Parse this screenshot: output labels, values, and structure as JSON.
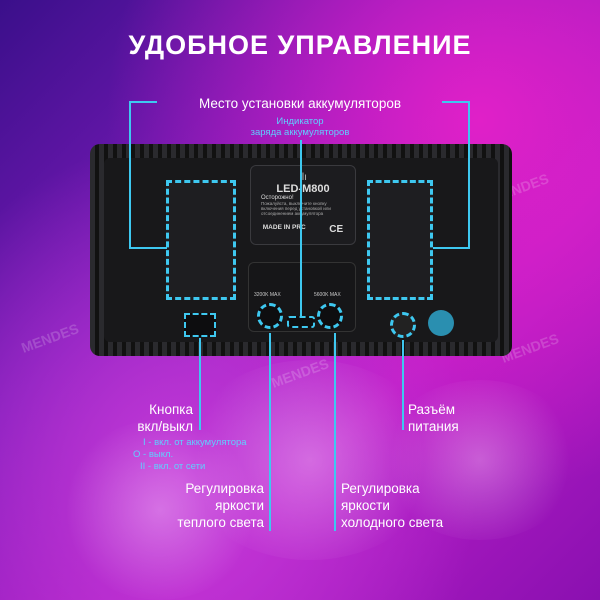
{
  "title": "УДОБНОЕ УПРАВЛЕНИЕ",
  "device": {
    "model": "LED-M800",
    "warning": "Осторожно!",
    "warning_text": "Пожалуйста, выключите кнопку включения перед установкой или отсоединением аккумулятора",
    "made_in": "MADE IN PRC",
    "ce": "CE",
    "warm_knob": "3200K MAX",
    "cold_knob": "5600K MAX"
  },
  "watermark": "MENDES",
  "labels": {
    "battery_slot": "Место установки аккумуляторов",
    "indicator_1": "Индикатор",
    "indicator_2": "заряда аккумуляторов",
    "power_btn_1": "Кнопка",
    "power_btn_2": "вкл/выкл",
    "power_modes": [
      "I - вкл. от аккумулятора",
      "O - выкл.",
      "II - вкл. от сети"
    ],
    "warm": [
      "Регулировка",
      "яркости",
      "теплого света"
    ],
    "cold": [
      "Регулировка",
      "яркости",
      "холодного света"
    ],
    "jack": [
      "Разъём",
      "питания"
    ]
  },
  "accent": "#3ec8f0"
}
